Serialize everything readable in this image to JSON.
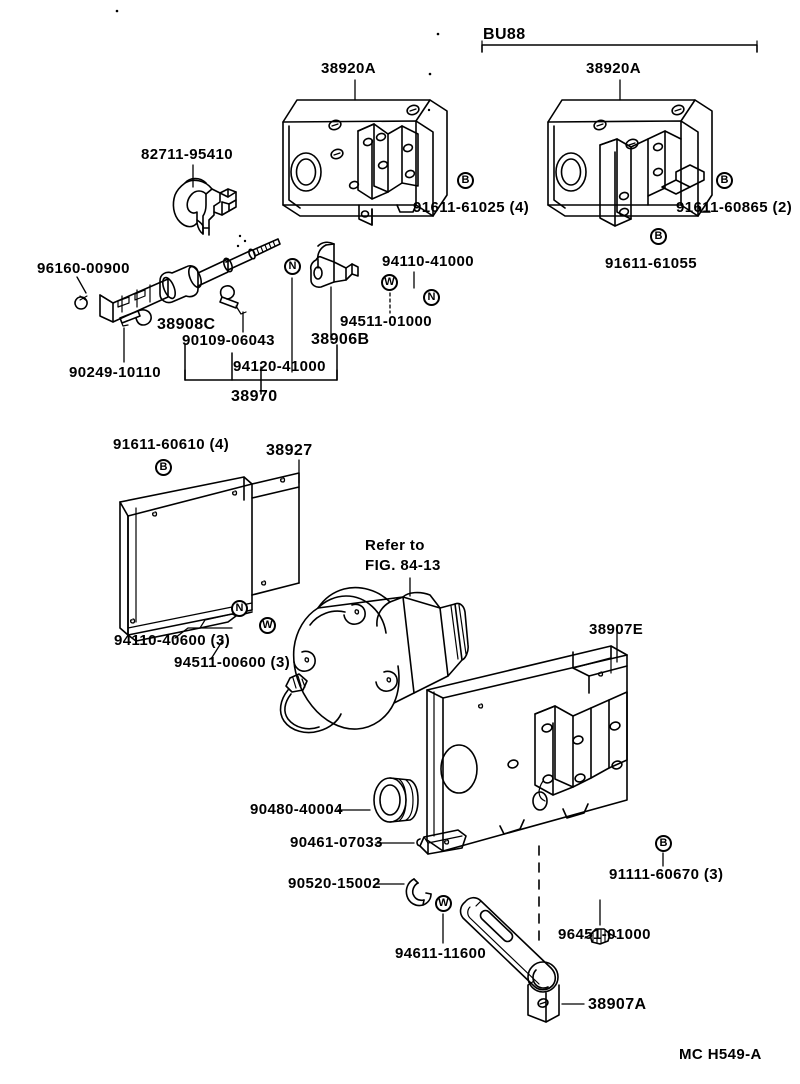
{
  "diagram": {
    "catalog_code": "MC H549-A",
    "group_label": "BU88",
    "refer_note_line1": "Refer to",
    "refer_note_line2": "FIG. 84-13"
  },
  "labels": {
    "top_left_unit": "38920A",
    "top_right_unit": "38920A",
    "clip_82711": "82711-95410",
    "bolt_91611_61025": "91611-61025 (4)",
    "bolt_91611_60865": "91611-60865 (2)",
    "bolt_91611_61055": "91611-61055",
    "pin_96160": "96160-00900",
    "shaft_38908c": "38908C",
    "bolt_90249": "90249-10110",
    "bolt_90109": "90109-06043",
    "nut_94120": "94120-41000",
    "assy_38970": "38970",
    "knob_38906b": "38906B",
    "washer_94511_01000": "94511-01000",
    "nut_94110_41000": "94110-41000",
    "bolt_91611_60610": "91611-60610 (4)",
    "bracket_38927": "38927",
    "nut_94110_40600": "94110-40600 (3)",
    "washer_94511_00600": "94511-00600 (3)",
    "housing_38907e": "38907E",
    "bush_90480": "90480-40004",
    "key_90461": "90461-07033",
    "snapring_90520": "90520-15002",
    "washer_94611": "94611-11600",
    "bolt_91111_60670": "91111-60670 (3)",
    "clip_96451": "96451-01000",
    "lever_38907a": "38907A"
  },
  "markers": {
    "b": "B",
    "n": "N",
    "w": "W"
  },
  "colors": {
    "ink": "#000000",
    "paper": "#ffffff"
  }
}
